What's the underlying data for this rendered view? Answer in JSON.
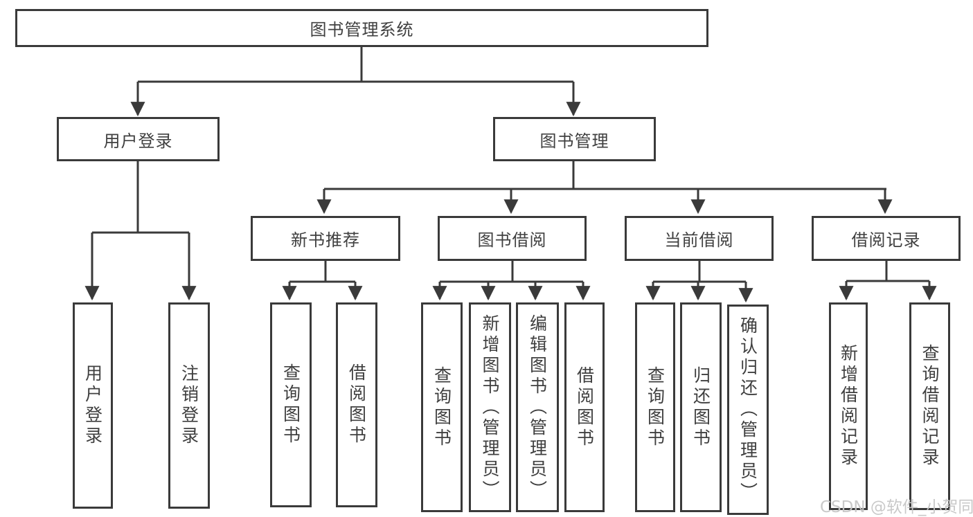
{
  "colors": {
    "line": "#3a3a3a",
    "box_border": "#3a3a3a",
    "text": "#3f3f3f",
    "background": "#ffffff",
    "watermark": "#c6c6c6"
  },
  "tree": {
    "root": {
      "label": "图书管理系统",
      "children": [
        {
          "label": "用户登录",
          "children": [
            {
              "label": "用户登录"
            },
            {
              "label": "注销登录"
            }
          ]
        },
        {
          "label": "图书管理",
          "children": [
            {
              "label": "新书推荐",
              "children": [
                {
                  "label": "查询图书"
                },
                {
                  "label": "借阅图书"
                }
              ]
            },
            {
              "label": "图书借阅",
              "children": [
                {
                  "label": "查询图书"
                },
                {
                  "label": "新增图书（管理员）"
                },
                {
                  "label": "编辑图书（管理员）"
                },
                {
                  "label": "借阅图书"
                }
              ]
            },
            {
              "label": "当前借阅",
              "children": [
                {
                  "label": "查询图书"
                },
                {
                  "label": "归还图书"
                },
                {
                  "label": "确认归还（管理员）"
                }
              ]
            },
            {
              "label": "借阅记录",
              "children": [
                {
                  "label": "新增借阅记录"
                },
                {
                  "label": "查询借阅记录"
                }
              ]
            }
          ]
        }
      ]
    }
  },
  "watermark": {
    "text": "CSDN @软件_小贺同学"
  }
}
